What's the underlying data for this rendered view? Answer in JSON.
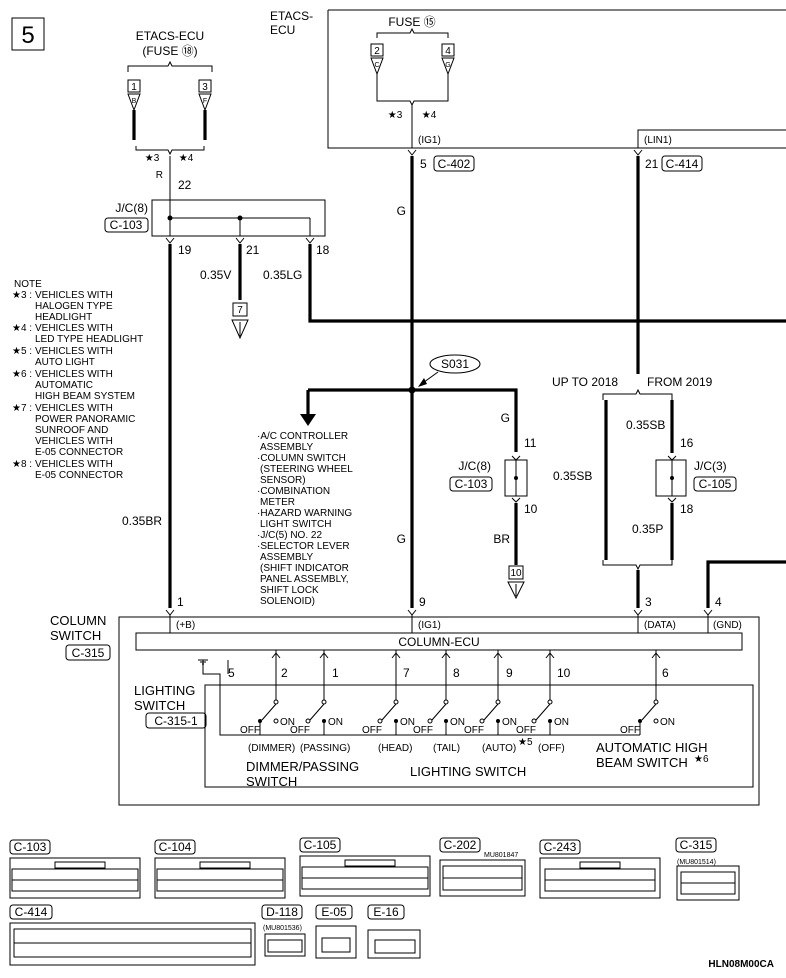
{
  "page_number": "5",
  "footer_code": "HLN08M00CA",
  "etacs_left": {
    "title": "ETACS-ECU",
    "fuse": "(FUSE ⑱)",
    "pin_b": "1",
    "pin_f": "3",
    "letter_b": "B",
    "letter_f": "F",
    "star3": "★3",
    "star4": "★4",
    "wire_r": "R",
    "pin_22": "22"
  },
  "etacs_top": {
    "title_1": "ETACS-",
    "title_2": "ECU",
    "fuse": "FUSE ⑮",
    "pin_c": "2",
    "pin_g": "4",
    "letter_c": "C",
    "letter_g": "G",
    "star3": "★3",
    "star4": "★4",
    "ig1": "(IG1)",
    "lin1": "(LIN1)",
    "pin5": "5",
    "conn5": "C-402",
    "pin21": "21",
    "conn21": "C-414"
  },
  "jc8_top": {
    "label": "J/C(8)",
    "conn": "C-103",
    "p19": "19",
    "p21": "21",
    "p18": "18",
    "w21": "0.35V",
    "w18": "0.35LG",
    "gnd": "7"
  },
  "wire_g_labels": [
    "G",
    "G",
    "G"
  ],
  "splice": "S031",
  "jc8_mid": {
    "label": "J/C(8)",
    "conn": "C-103",
    "p11": "11",
    "p10": "10",
    "wire_g": "G",
    "wire_br": "BR",
    "gnd": "10"
  },
  "jc3": {
    "label": "J/C(3)",
    "conn": "C-105",
    "p16": "16",
    "p18": "18",
    "w16": "0.35SB",
    "w18": "0.35P",
    "w_left": "0.35SB",
    "up_to": "UP TO 2018",
    "from": "FROM 2019"
  },
  "destinations": [
    "·A/C CONTROLLER",
    "ASSEMBLY",
    "·COLUMN SWITCH",
    "(STEERING WHEEL",
    "SENSOR)",
    "·COMBINATION",
    "METER",
    "·HAZARD WARNING",
    "LIGHT SWITCH",
    "·J/C(5) NO. 22",
    "·SELECTOR LEVER",
    "ASSEMBLY",
    "(SHIFT INDICATOR",
    "PANEL ASSEMBLY,",
    "SHIFT LOCK",
    "SOLENOID)"
  ],
  "notes": [
    {
      "k": "NOTE",
      "v": []
    },
    {
      "k": "★3 :",
      "v": [
        "VEHICLES WITH",
        "HALOGEN TYPE",
        "HEADLIGHT"
      ]
    },
    {
      "k": "★4 :",
      "v": [
        "VEHICLES WITH",
        "LED TYPE HEADLIGHT"
      ]
    },
    {
      "k": "★5 :",
      "v": [
        "VEHICLES WITH",
        "AUTO LIGHT"
      ]
    },
    {
      "k": "★6 :",
      "v": [
        "VEHICLES WITH",
        "AUTOMATIC",
        "HIGH BEAM SYSTEM"
      ]
    },
    {
      "k": "★7 :",
      "v": [
        "VEHICLES WITH",
        "POWER PANORAMIC",
        "SUNROOF AND",
        "VEHICLES WITH",
        "E-05 CONNECTOR"
      ]
    },
    {
      "k": "★8 :",
      "v": [
        "VEHICLES WITH",
        "E-05 CONNECTOR"
      ]
    }
  ],
  "wire_035br": "0.35BR",
  "column_switch": {
    "title_1": "COLUMN",
    "title_2": "SWITCH",
    "conn": "C-315",
    "ecu": "COLUMN-ECU",
    "pins": {
      "p1": "1",
      "p9": "9",
      "p3": "3",
      "p4": "4"
    },
    "pin_labels": {
      "p1": "(+B)",
      "p9": "(IG1)",
      "p3": "(DATA)",
      "p4": "(GND)"
    }
  },
  "lighting": {
    "title_1": "LIGHTING",
    "title_2": "SWITCH",
    "conn": "C-315-1",
    "pins": [
      "5",
      "2",
      "1",
      "7",
      "8",
      "9",
      "10",
      "6"
    ],
    "off": "OFF",
    "on": "ON",
    "pos": [
      "(DIMMER)",
      "(PASSING)",
      "(HEAD)",
      "(TAIL)",
      "(AUTO)",
      "(OFF)"
    ],
    "star5": "★5",
    "dimmer_1": "DIMMER/PASSING",
    "dimmer_2": "SWITCH",
    "lighting_label": "LIGHTING SWITCH",
    "auto_1": "AUTOMATIC HIGH",
    "auto_2": "BEAM SWITCH",
    "star6": "★6"
  },
  "connectors": {
    "c103": "C-103",
    "c104": "C-104",
    "c105": "C-105",
    "c202": "C-202",
    "c202_part": "MU801847",
    "c243": "C-243",
    "c315": "C-315",
    "c315_part": "(MU801514)",
    "c414": "C-414",
    "d118": "D-118",
    "d118_part": "(MU801536)",
    "e05": "E-05",
    "e16": "E-16"
  }
}
